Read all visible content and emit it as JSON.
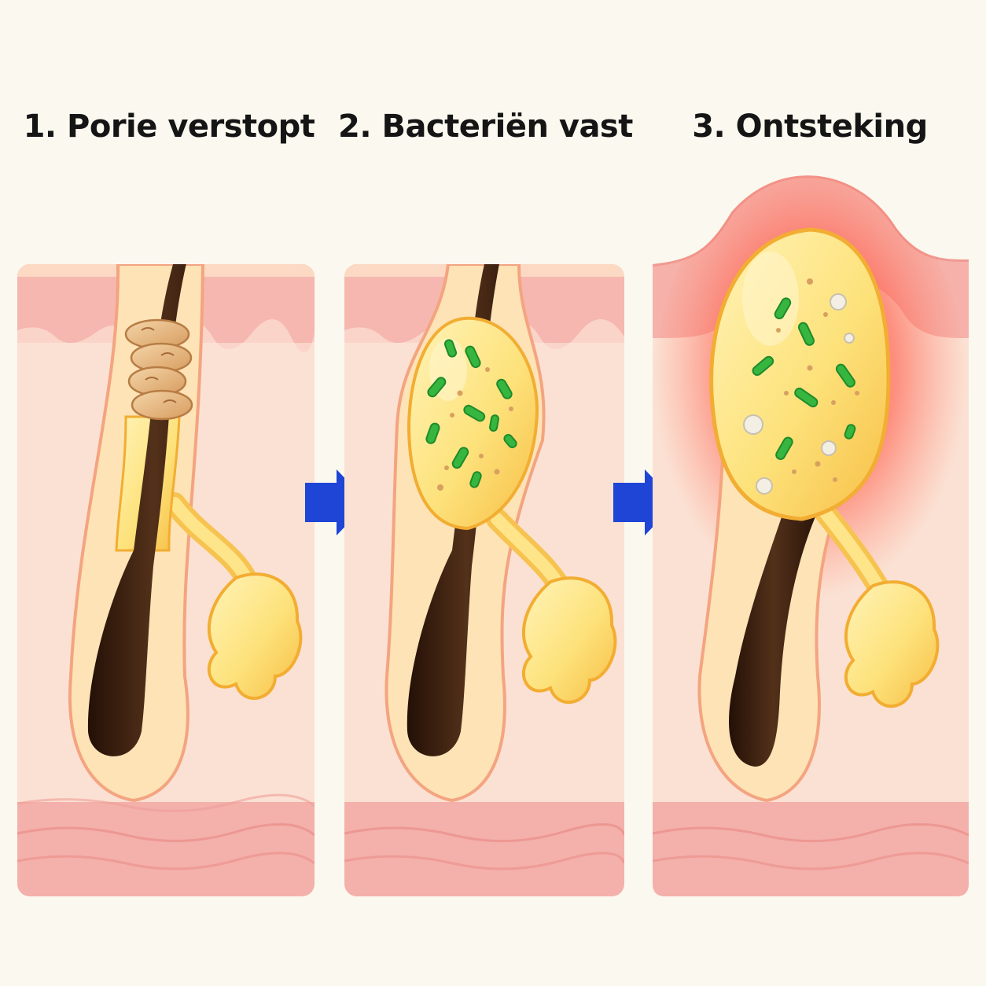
{
  "steps": [
    {
      "label": "1. Porie verstopt"
    },
    {
      "label": "2. Bacteriën vast"
    },
    {
      "label": "3. Ontsteking"
    }
  ],
  "arrows": [
    {
      "icon": "arrow-right-icon"
    },
    {
      "icon": "arrow-right-icon"
    }
  ],
  "colors": {
    "background": "#fbf8ef",
    "skin": "#fbe1d3",
    "epidermis": "#f3a9a5",
    "sebum": "#fce07a",
    "hair": "#3b2010",
    "bacteria": "#34b53e",
    "inflammation": "#ff4a3d",
    "arrow": "#1f45d6"
  }
}
